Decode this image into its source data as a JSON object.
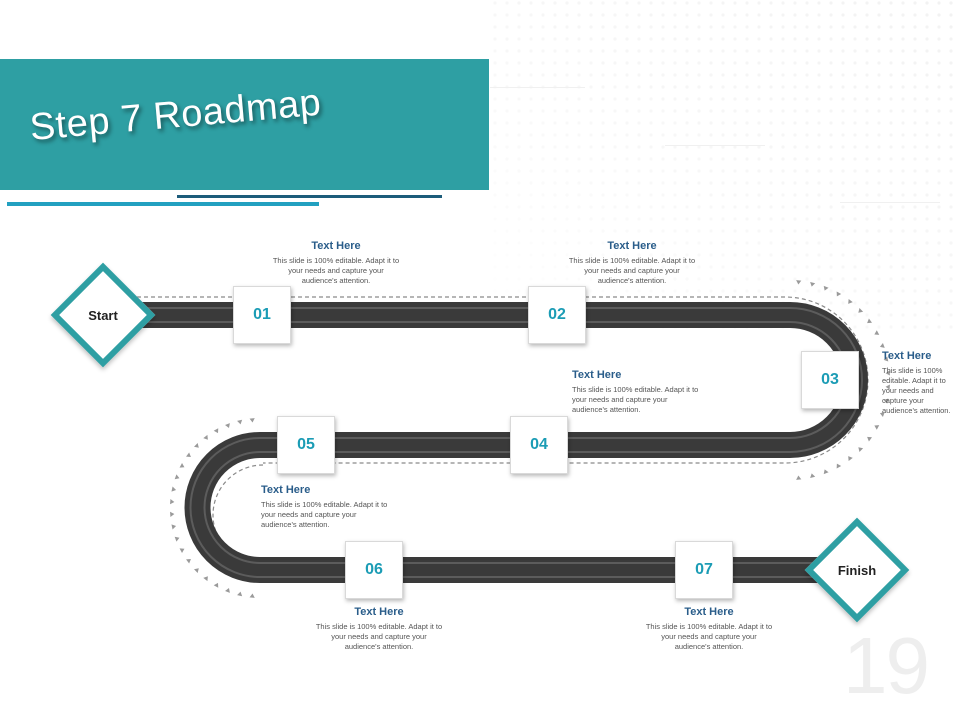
{
  "slide": {
    "title": "Step 7 Roadmap",
    "page_number": "19"
  },
  "endpoints": {
    "start": "Start",
    "finish": "Finish"
  },
  "steps": [
    {
      "number": "01",
      "heading": "Text Here",
      "body": "This slide is 100% editable. Adapt it to your needs and capture your audience's attention."
    },
    {
      "number": "02",
      "heading": "Text Here",
      "body": "This slide is 100% editable. Adapt it to your needs and capture your audience's attention."
    },
    {
      "number": "03",
      "heading": "Text Here",
      "body": "This slide is 100% editable. Adapt it to your needs and capture your audience's attention."
    },
    {
      "number": "04",
      "heading": "Text Here",
      "body": "This slide is 100% editable. Adapt it to your needs and capture your audience's attention."
    },
    {
      "number": "05",
      "heading": "Text Here",
      "body": "This slide is 100% editable. Adapt it to your needs and capture your audience's attention."
    },
    {
      "number": "06",
      "heading": "Text Here",
      "body": "This slide is 100% editable. Adapt it to your needs and capture your audience's attention."
    },
    {
      "number": "07",
      "heading": "Text Here",
      "body": "This slide is 100% editable. Adapt it to your needs and capture your audience's attention."
    }
  ],
  "colors": {
    "accent": "#2e9fa3",
    "road": "#3a3a3a",
    "number": "#1b9cb5",
    "heading": "#2a5d8a"
  }
}
